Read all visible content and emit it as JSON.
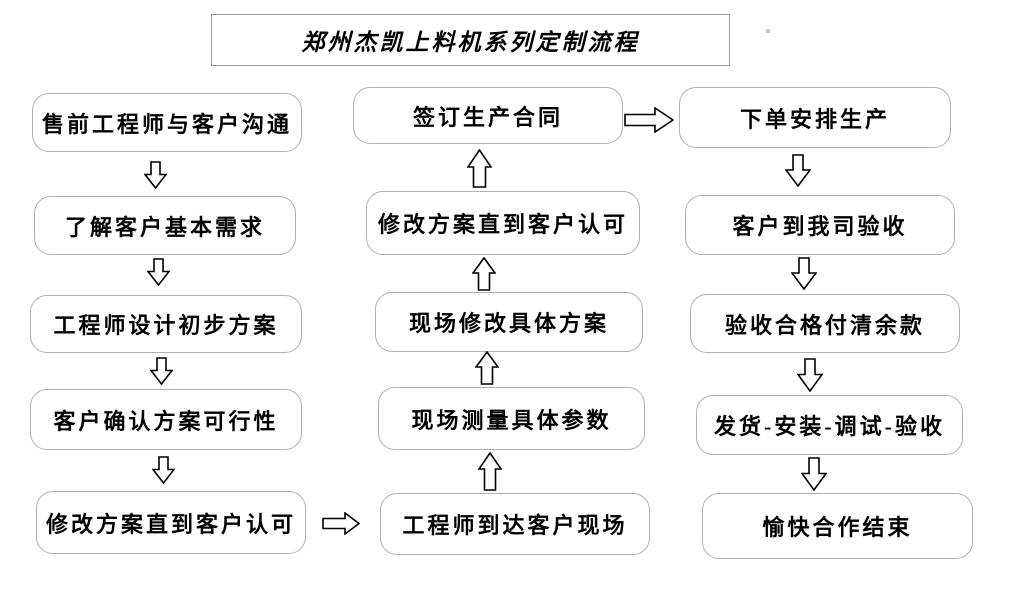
{
  "title": "郑州杰凯上料机系列定制流程",
  "columns": {
    "left": {
      "flow_direction": "top-to-bottom",
      "nodes": [
        "售前工程师与客户沟通",
        "了解客户基本需求",
        "工程师设计初步方案",
        "客户确认方案可行性",
        "修改方案直到客户认可"
      ]
    },
    "middle": {
      "flow_direction": "bottom-to-top",
      "nodes": [
        "签订生产合同",
        "修改方案直到客户认可",
        "现场修改具体方案",
        "现场测量具体参数",
        "工程师到达客户现场"
      ]
    },
    "right": {
      "flow_direction": "top-to-bottom",
      "nodes": [
        "下单安排生产",
        "客户到我司验收",
        "验收合格付清余款",
        "发货-安装-调试-验收",
        "愉快合作结束"
      ]
    }
  },
  "connectors": {
    "left_bottom_to_middle_bottom": "修改方案直到客户认可 → 工程师到达客户现场",
    "middle_top_to_right_top": "签订生产合同 → 下单安排生产"
  },
  "colors": {
    "background": "#ffffff",
    "box_fill": "#ffffff",
    "box_border": "#b0b0b0",
    "title_border": "#9a9a9a",
    "text": "#000000",
    "arrow_outline": "#000000"
  }
}
